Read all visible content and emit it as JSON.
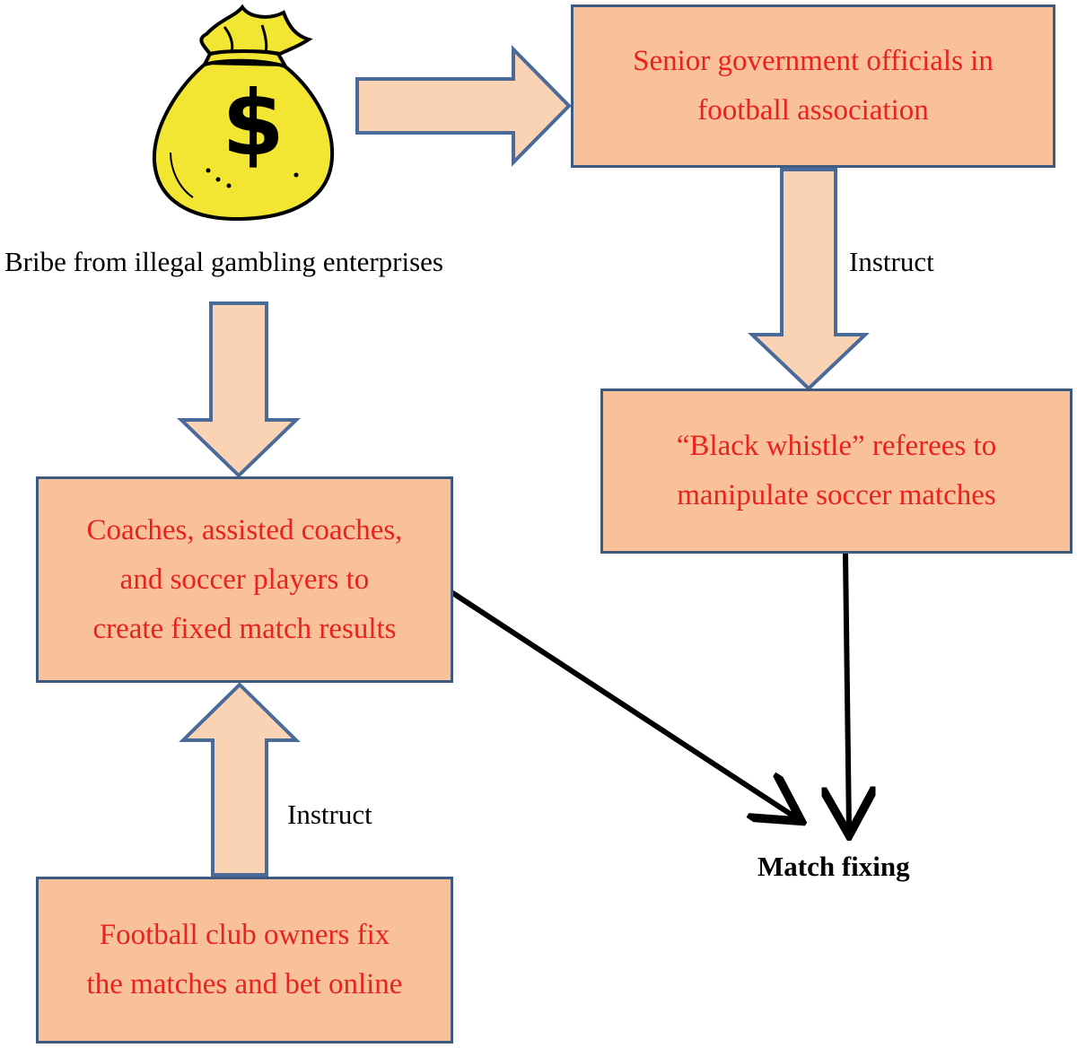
{
  "colors": {
    "box_fill": "#F8C19A",
    "box_border": "#3F5A80",
    "box_text": "#E8231E",
    "arrow_fill": "#FAD3B5",
    "arrow_border": "#4A6A9A",
    "bag_fill": "#F2E632",
    "connector": "#000000"
  },
  "icon": {
    "name": "money-bag-icon",
    "symbol": "$"
  },
  "source_label": "Bribe from illegal gambling enterprises",
  "boxes": {
    "officials": "Senior government officials in\nfootball association",
    "referees": "“Black whistle” referees to\nmanipulate soccer matches",
    "coaches": "Coaches, assisted coaches,\nand soccer players to\ncreate fixed match results",
    "owners": "Football club owners fix\nthe matches and bet online"
  },
  "labels": {
    "instruct_right": "Instruct",
    "instruct_left": "Instruct",
    "outcome": "Match fixing"
  }
}
